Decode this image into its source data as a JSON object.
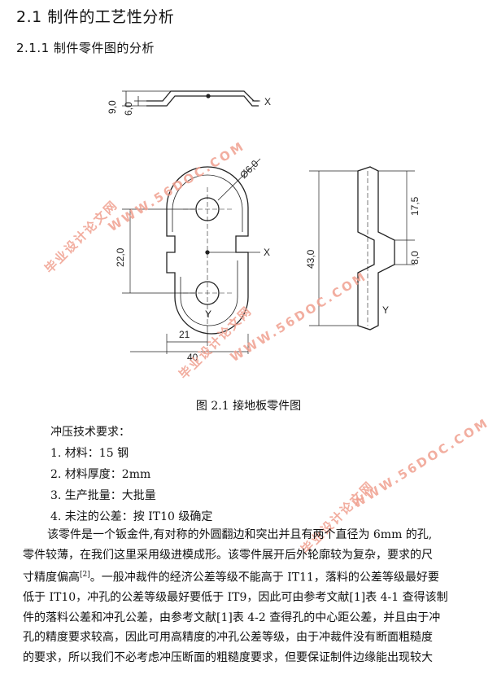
{
  "section": {
    "number_title": "2.1 制件的工艺性分析"
  },
  "subsection": {
    "number_title": "2.1.1  制件零件图的分析"
  },
  "drawing": {
    "dims": {
      "h9": "9,0",
      "h6": "6,0",
      "dia": "Ø6,0",
      "v22": "22,0",
      "w21": "21",
      "w40": "40",
      "v43": "43,0",
      "v175": "17,5",
      "v8": "8,0",
      "x_axis": "X",
      "y_axis": "Y"
    }
  },
  "watermarks": {
    "url": "WWW.56DOC.COM",
    "site": "毕业设计论文网"
  },
  "caption": "图 2.1 接地板零件图",
  "requirements": {
    "title": "冲压技术要求：",
    "items": [
      "1. 材料：15 钢",
      "2. 材料厚度：2mm",
      "3. 生产批量：大批量",
      "4. 未注的公差：按 IT10 级确定"
    ]
  },
  "paragraph": {
    "line1": "该零件是一个钣金件,有对称的外圆翻边和突出并且有两个直径为 6mm 的孔,",
    "line2": "零件较薄，在我们这里采用级进模成形。该零件展开后外轮廓较为复杂，要求的尺",
    "line3a": "寸精度偏高",
    "line3sup": "[2]",
    "line3b": "。一般冲裁件的经济公差等级不能高于 IT11，落料的公差等级最好要",
    "line4": "低于 IT10，冲孔的公差等级最好要低于 IT9，因此可由参考文献[1]表 4-1 查得该制",
    "line5": "件的落料公差和冲孔公差，由参考文献[1]表 4-2 查得孔的中心距公差，并且由于冲",
    "line6": "孔的精度要求较高，因此可用高精度的冲孔公差等级，由于冲裁件没有断面粗糙度",
    "line7": "的要求，所以我们不必考虑冲压断面的粗糙度要求，但要保证制件边缘能出现较大"
  }
}
